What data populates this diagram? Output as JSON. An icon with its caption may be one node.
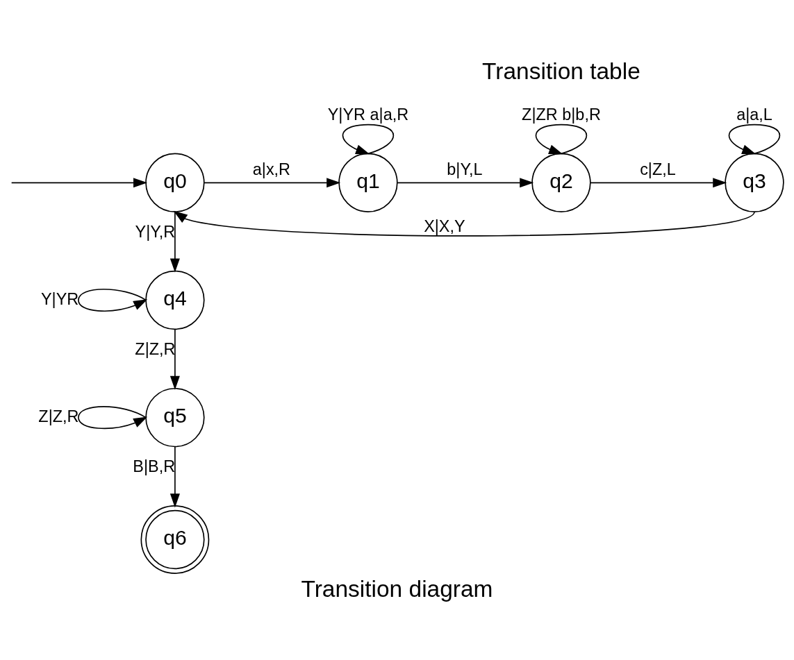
{
  "diagram": {
    "caption": "Transition diagram",
    "nodes": [
      {
        "text": [
          "q0"
        ]
      },
      {
        "text": [
          "q1"
        ]
      },
      {
        "text": [
          "q2"
        ]
      },
      {
        "text": [
          "q3"
        ]
      },
      {
        "text": [
          "q4"
        ]
      },
      {
        "text": [
          "q5"
        ]
      },
      {
        "text": [
          "q6"
        ]
      }
    ],
    "edges": [
      {
        "from": null,
        "to": 0,
        "arrow": "to"
      },
      {
        "from": 0,
        "to": 1,
        "arrow": "to",
        "label": "a|x,R"
      },
      {
        "from": 1,
        "to": 1,
        "arrow": "to",
        "label": "Y|YR a|a,R"
      },
      {
        "from": 1,
        "to": 2,
        "arrow": "to",
        "label": "b|Y,L"
      },
      {
        "from": 2,
        "to": 2,
        "arrow": "to",
        "label": "Z|ZR b|b,R"
      },
      {
        "from": 2,
        "to": 3,
        "arrow": "to",
        "label": "c|Z,L"
      },
      {
        "from": 3,
        "to": 3,
        "arrow": "to",
        "label": "a|a,L"
      },
      {
        "from": 3,
        "to": 0,
        "arrow": "to",
        "label": "X|X,Y"
      },
      {
        "from": 0,
        "to": 4,
        "arrow": "to",
        "label": "Y|Y,R"
      },
      {
        "from": 4,
        "to": 4,
        "arrow": "to",
        "label": "Y|YR"
      },
      {
        "from": 4,
        "to": 5,
        "arrow": "to",
        "label": "Z|Z,R"
      },
      {
        "from": 5,
        "to": 5,
        "arrow": "to",
        "label": "Z|Z,R"
      },
      {
        "from": 5,
        "to": 6,
        "arrow": "to",
        "label": "B|B,R"
      }
    ],
    "labels": [
      "Transition table"
    ]
  }
}
